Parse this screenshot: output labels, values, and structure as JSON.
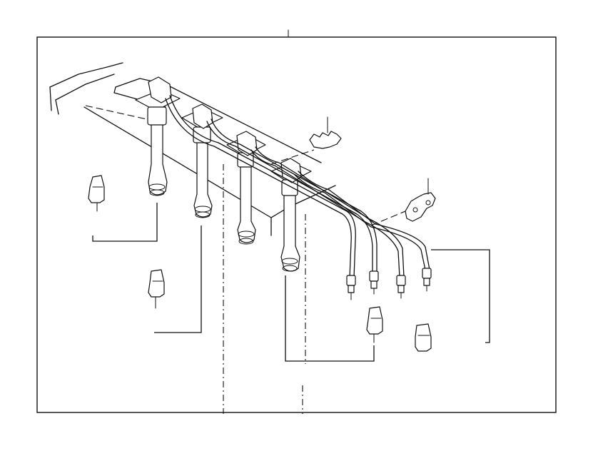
{
  "diagram": {
    "subject": "ignition-wire-set",
    "parts": [
      {
        "id": "plug-cap-1",
        "icon": "spark-plug-boot-icon"
      },
      {
        "id": "plug-cap-2",
        "icon": "spark-plug-boot-icon"
      },
      {
        "id": "plug-cap-3",
        "icon": "spark-plug-boot-icon"
      },
      {
        "id": "plug-cap-4",
        "icon": "spark-plug-boot-icon"
      },
      {
        "id": "wire-clamp-upper",
        "icon": "wire-clamp-icon"
      },
      {
        "id": "wire-clamp-lower",
        "icon": "wire-clamp-icon"
      }
    ],
    "colors": {
      "line": "#111111",
      "background": "#ffffff"
    }
  }
}
